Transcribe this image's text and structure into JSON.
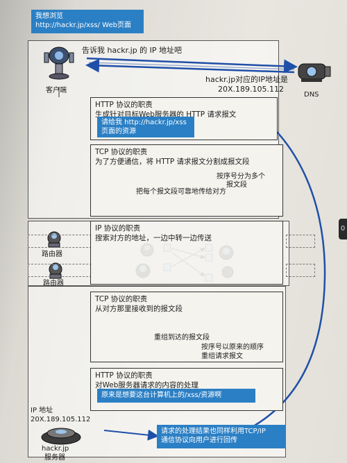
{
  "bubble": {
    "line1": "我想浏览",
    "line2": "http://hackr.jp/xss/ Web页面"
  },
  "client": {
    "label": "客户端",
    "request": "告诉我 hackr.jp 的 IP 地址吧"
  },
  "dns": {
    "label": "DNS",
    "reply1": "hackr.jp对应的IP地址是",
    "reply2": "20X.189.105.112"
  },
  "http_top": {
    "title": "HTTP 协议的职责",
    "desc": "生成针对目标Web服务器的 HTTP 请求报文",
    "msg1": "请给我 http://hackr.jp/xss",
    "msg2": "页面的资源"
  },
  "tcp_top": {
    "title": "TCP 协议的职责",
    "desc": "为了方便通信，将 HTTP 请求报文分割成报文段",
    "note1a": "按序号分为多个",
    "note1b": "报文段",
    "note2": "把每个报文段可靠地传给对方"
  },
  "ip": {
    "title": "IP 协议的职责",
    "desc": "搜索对方的地址，一边中转一边传送",
    "router1": "路由器",
    "router2": "路由器"
  },
  "tcp_bottom": {
    "title": "TCP 协议的职责",
    "desc": "从对方那里接收到的报文段",
    "note1": "重组到达的报文段",
    "note2a": "按序号以原来的顺序",
    "note2b": "重组请求报文"
  },
  "http_bottom": {
    "title": "HTTP 协议的职责",
    "desc": "对Web服务器请求的内容的处理",
    "msg": "原来是想要这台计算机上的/xss/资源啊"
  },
  "server": {
    "ip_label": "IP 地址",
    "ip": "20X.189.105.112",
    "name1": "hackr.jp",
    "name2": "服务器"
  },
  "result": {
    "line1": "请求的处理结果也同样利用TCP/IP",
    "line2": "通信协议向用户进行回传"
  },
  "edge": {
    "char": "0"
  },
  "colors": {
    "arrow": "#1f4fa8",
    "highlight": "#2b7fc4"
  }
}
